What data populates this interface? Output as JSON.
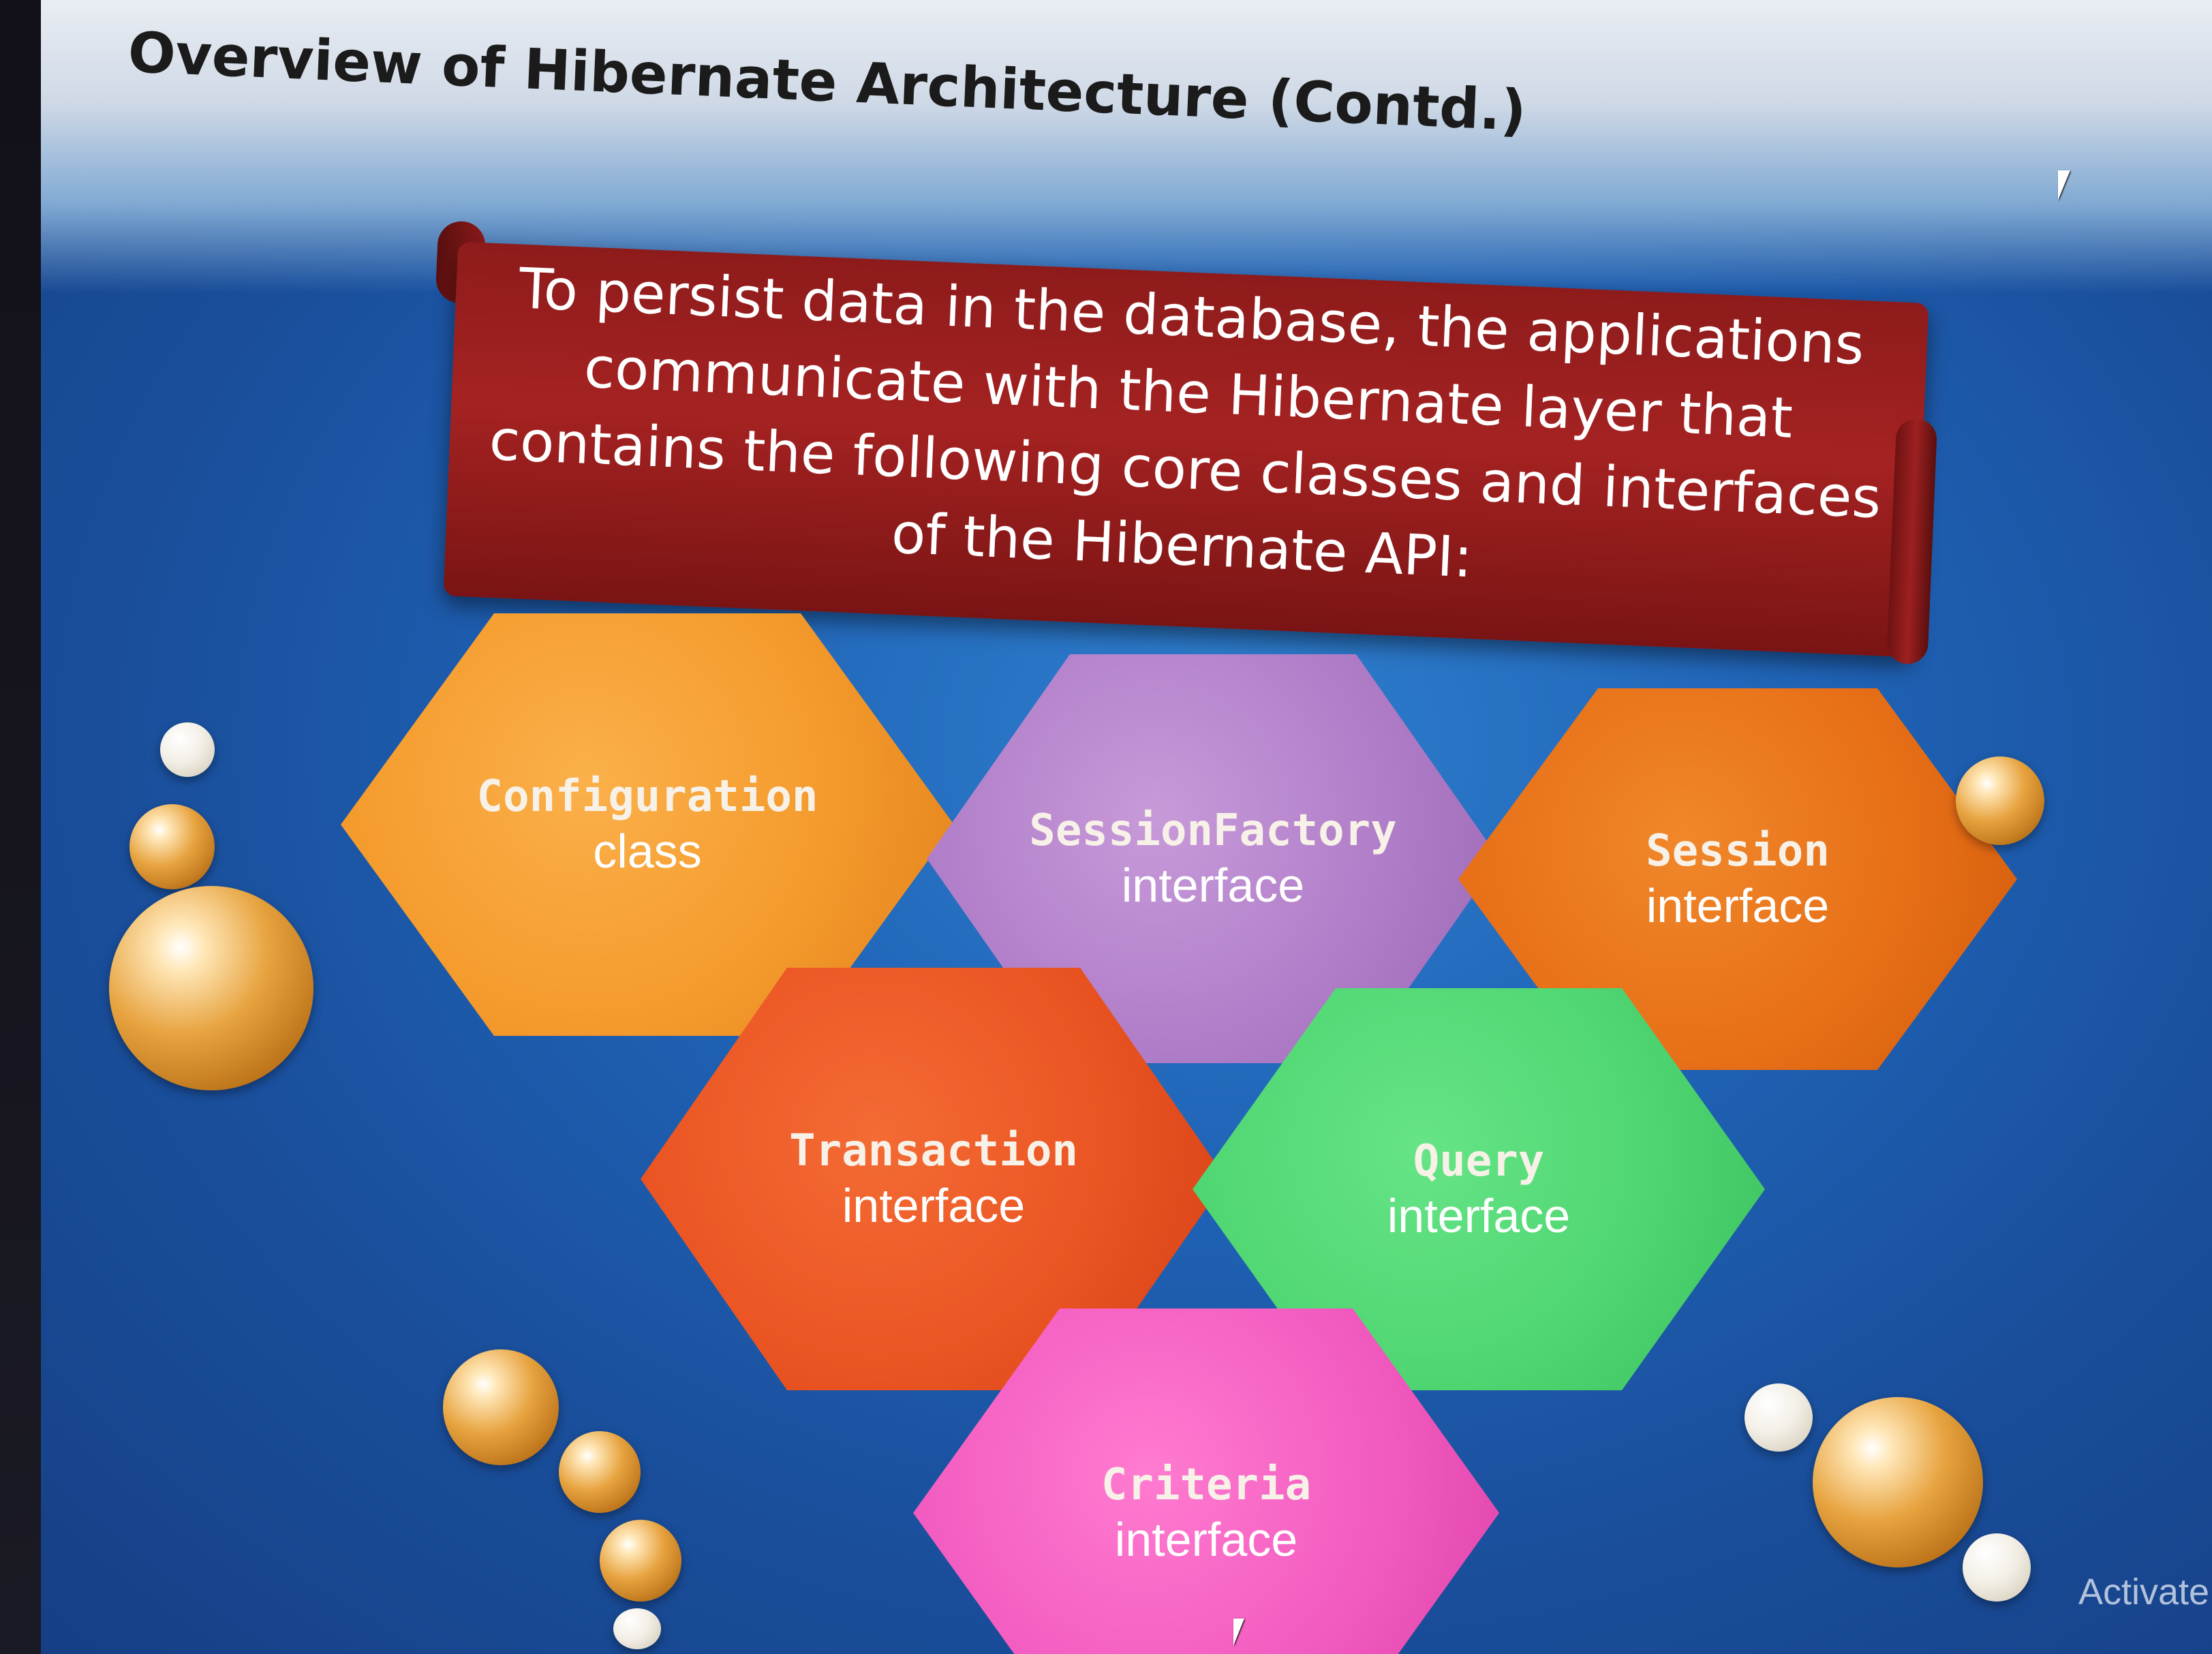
{
  "slide": {
    "title": "Overview of Hibernate Architecture (Contd.)",
    "banner_text": "To persist data in the database, the applications communicate with the Hibernate layer that contains the following core classes and interfaces of the Hibernate API:"
  },
  "components": [
    {
      "code": "Configuration",
      "word": "class",
      "color": "#f49a2c"
    },
    {
      "code": "SessionFactory",
      "word": "interface",
      "color": "#b07dc8"
    },
    {
      "code": "Session",
      "word": "interface",
      "color": "#e76f17"
    },
    {
      "code": "Transaction",
      "word": "interface",
      "color": "#ea5422"
    },
    {
      "code": "Query",
      "word": "interface",
      "color": "#4fd672"
    },
    {
      "code": "Criteria",
      "word": "interface",
      "color": "#f25bc0"
    }
  ],
  "watermark": "Activate W",
  "icons": {
    "cursor_top": "mouse-pointer-icon",
    "cursor_bottom": "mouse-pointer-icon"
  }
}
